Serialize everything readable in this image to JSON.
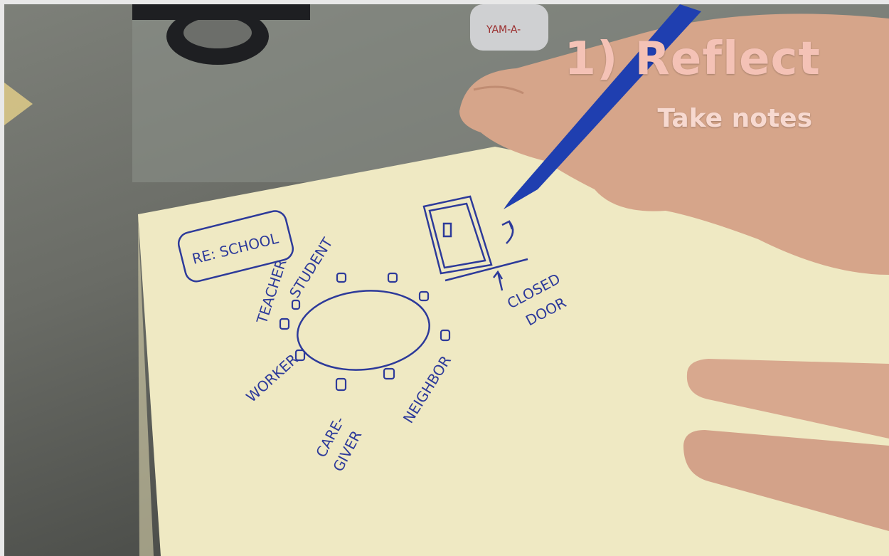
{
  "overlay": {
    "title": "1) Reflect",
    "subtitle": "Take notes"
  },
  "handwriting": {
    "heading": "RE: SCHOOL",
    "roles": [
      "TEACHER",
      "STUDENT",
      "WORKER",
      "CARE-",
      "GIVER",
      "NEIGHBOR"
    ],
    "door_label_line1": "CLOSED",
    "door_label_line2": "DOOR"
  },
  "background_text": "YAM-A-",
  "colors": {
    "paper": "#efe9c3",
    "ink": "#2d3a9a",
    "overlay_title": "#f4c2b6",
    "skin": "#d6a58a",
    "pen": "#1f3fb0"
  }
}
